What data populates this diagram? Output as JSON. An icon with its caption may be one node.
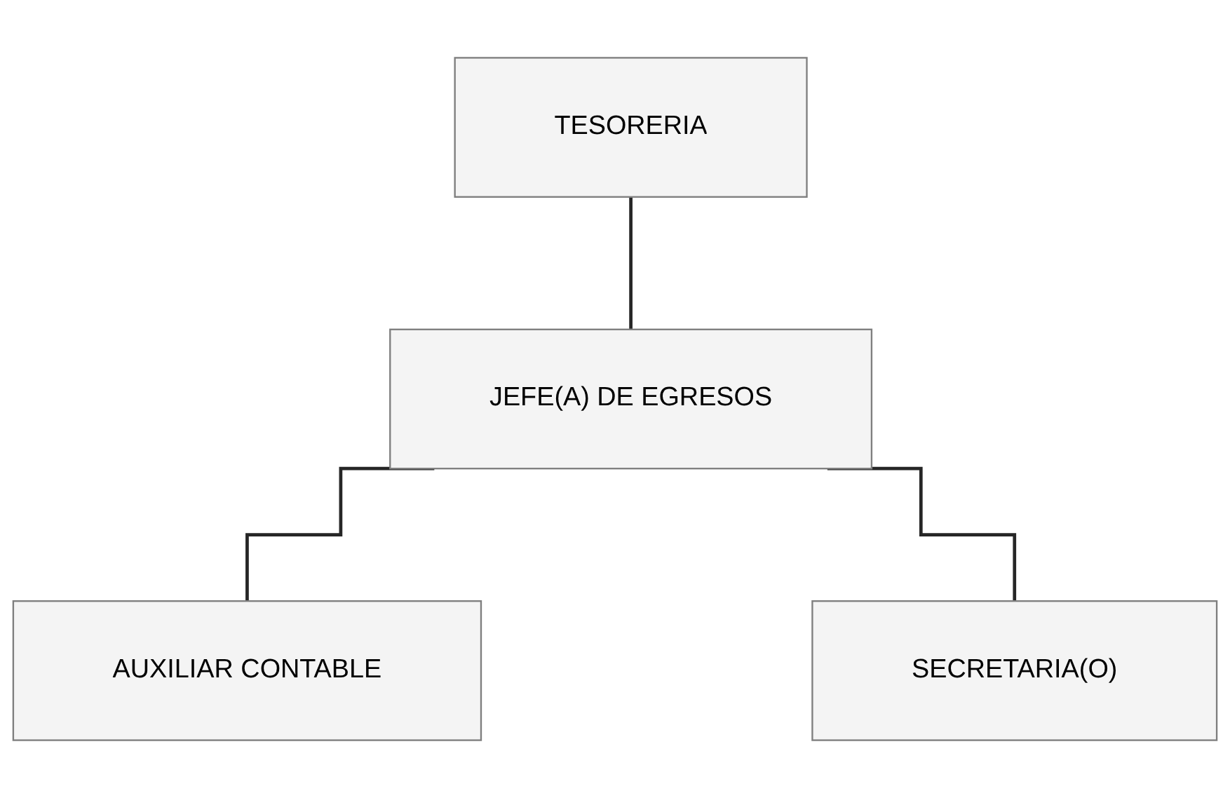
{
  "diagram": {
    "nodes": [
      {
        "text": [
          "TESORERIA"
        ]
      },
      {
        "text": [
          "JEFE(A) DE EGRESOS"
        ]
      },
      {
        "text": [
          "AUXILIAR CONTABLE"
        ]
      },
      {
        "text": [
          "SECRETARIA(O)"
        ]
      }
    ],
    "edges": [
      {
        "from": 0,
        "to": 1,
        "arrow": "none"
      },
      {
        "from": 1,
        "to": 2,
        "arrow": "none"
      },
      {
        "from": 1,
        "to": 3,
        "arrow": "none"
      }
    ]
  }
}
